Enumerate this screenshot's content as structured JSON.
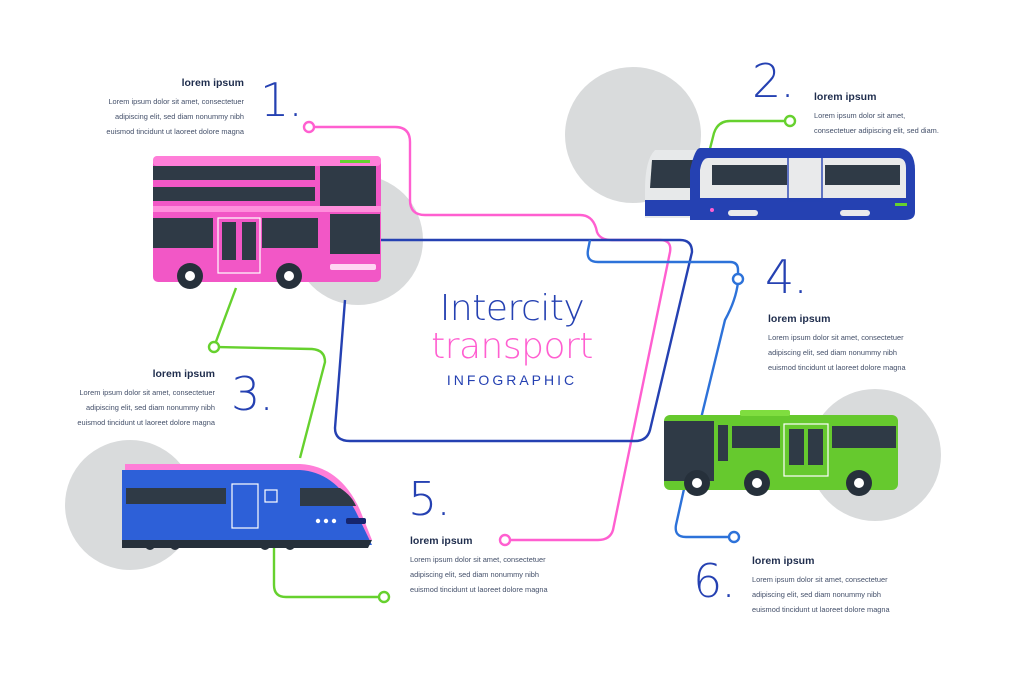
{
  "title": {
    "line1": "Intercity",
    "line2": "transport",
    "line3": "INFOGRAPHIC"
  },
  "colors": {
    "blue": "#2541b2",
    "pink": "#ff5fd0",
    "green": "#66d12e",
    "gray": "#d9dbdc",
    "text": "#1f2d4d"
  },
  "steps": [
    {
      "number": "1.",
      "heading": "lorem ipsum",
      "lines": [
        "Lorem ipsum dolor sit amet, consectetuer",
        "adipiscing elit, sed diam nonummy nibh",
        "euismod tincidunt ut laoreet dolore magna"
      ],
      "vehicle": "double-decker-bus"
    },
    {
      "number": "2.",
      "heading": "lorem ipsum",
      "lines": [
        "Lorem ipsum dolor sit amet,",
        "consectetuer adipiscing elit, sed diam."
      ],
      "vehicle": "tram"
    },
    {
      "number": "3.",
      "heading": "lorem ipsum",
      "lines": [
        "Lorem ipsum dolor sit amet, consectetuer",
        "adipiscing elit, sed diam nonummy nibh",
        "euismod tincidunt ut laoreet dolore magna"
      ],
      "vehicle": "high-speed-train"
    },
    {
      "number": "4.",
      "heading": "lorem ipsum",
      "lines": [
        "Lorem ipsum dolor sit amet, consectetuer",
        "adipiscing elit, sed diam nonummy nibh",
        "euismod tincidunt ut laoreet dolore magna"
      ],
      "vehicle": "city-bus"
    },
    {
      "number": "5.",
      "heading": "lorem ipsum",
      "lines": [
        "Lorem ipsum dolor sit amet, consectetuer",
        "adipiscing elit, sed diam nonummy nibh",
        "euismod tincidunt ut laoreet dolore magna"
      ],
      "vehicle": ""
    },
    {
      "number": "6.",
      "heading": "lorem ipsum",
      "lines": [
        "Lorem ipsum dolor sit amet, consectetuer",
        "adipiscing elit, sed diam nonummy nibh",
        "euismod tincidunt ut laoreet dolore magna"
      ],
      "vehicle": ""
    }
  ]
}
